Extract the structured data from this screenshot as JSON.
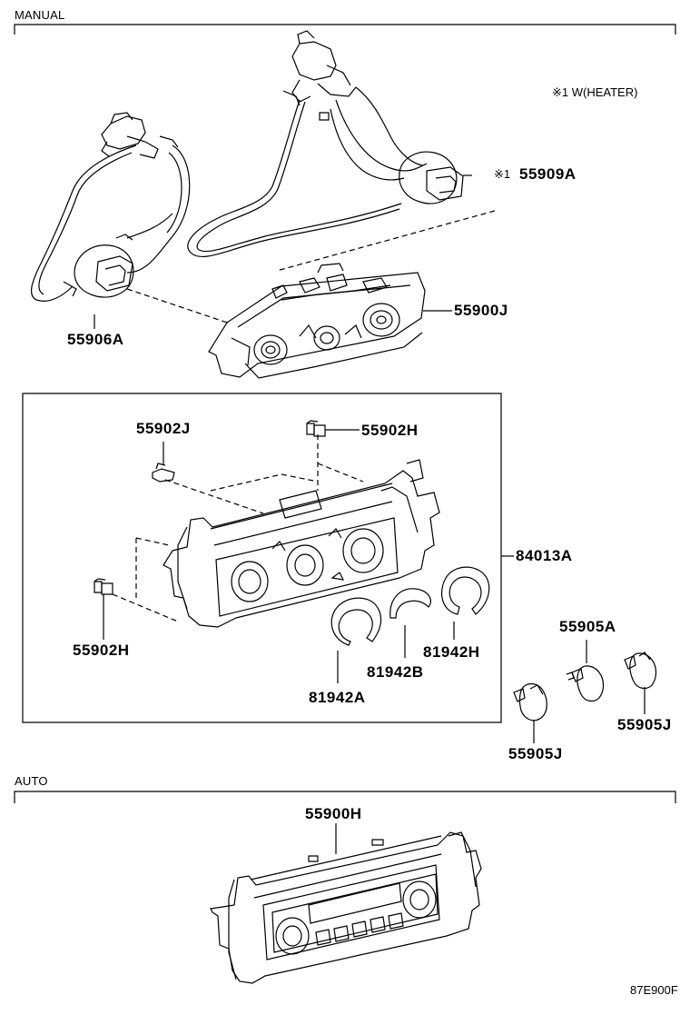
{
  "sections": {
    "manual": "MANUAL",
    "auto": "AUTO"
  },
  "note": "※1 W(HEATER)",
  "note_marker": "※1",
  "parts": {
    "p55909A": "55909A",
    "p55906A": "55906A",
    "p55900J": "55900J",
    "p55902J": "55902J",
    "p55902H_top": "55902H",
    "p55902H_left": "55902H",
    "p84013A": "84013A",
    "p81942A": "81942A",
    "p81942B": "81942B",
    "p81942H": "81942H",
    "p55905A": "55905A",
    "p55905J_right": "55905J",
    "p55905J_bottom": "55905J",
    "p55900H": "55900H"
  },
  "diagram_ref": "87E900F"
}
